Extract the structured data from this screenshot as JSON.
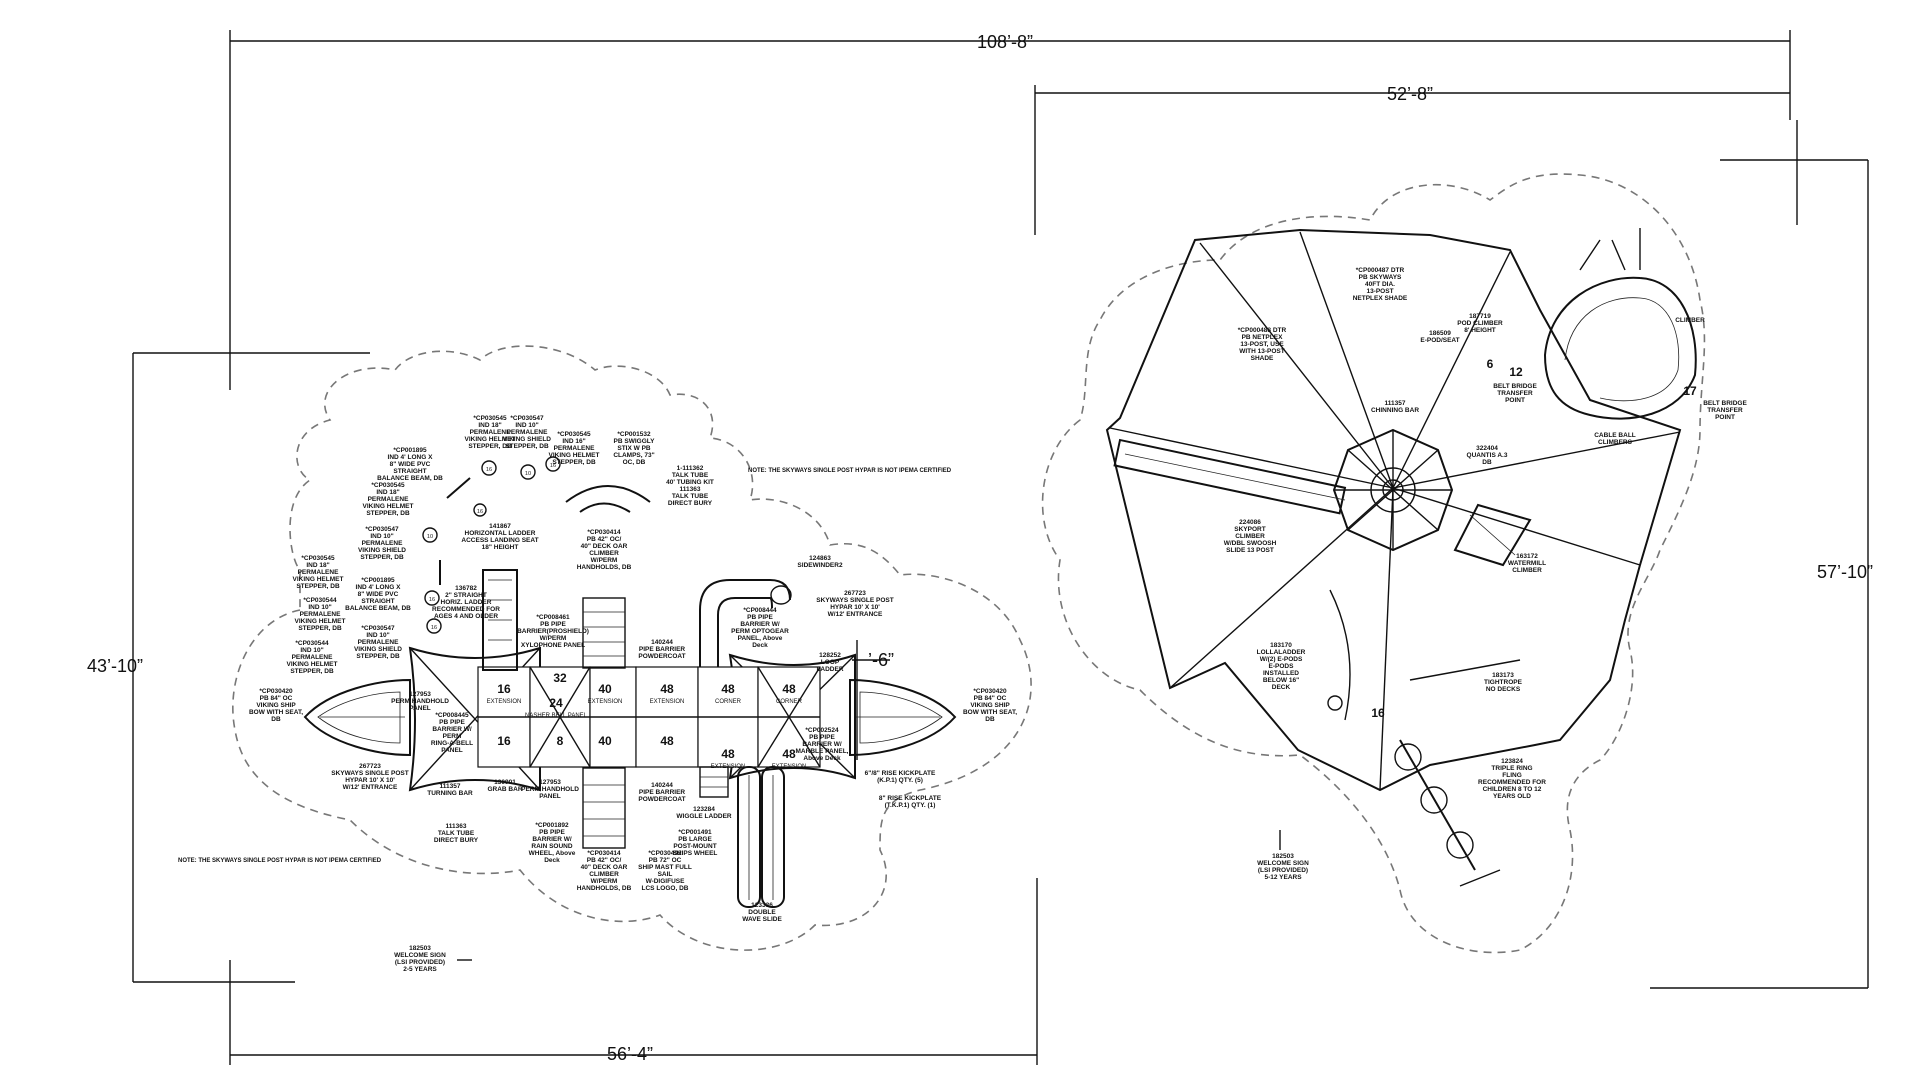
{
  "dimensions": {
    "overall_width": "108’-8”",
    "right_width": "52’-8”",
    "right_height": "57’-10”",
    "left_height": "43’-10”",
    "left_width": "56’-4”",
    "partial": "’-6”"
  },
  "notes": {
    "ipema_top": "NOTE: THE SKYWAYS SINGLE POST HYPAR IS NOT IPEMA CERTIFIED",
    "ipema_bottom": "NOTE: THE SKYWAYS SINGLE POST HYPAR IS NOT IPEMA CERTIFIED"
  },
  "left_labels": {
    "talk_tube_kit": [
      "1-111362",
      "TALK TUBE",
      "40' TUBING KIT",
      "111363",
      "TALK TUBE",
      "DIRECT BURY"
    ],
    "ladder_141867": [
      "141867",
      "HORIZONTAL LADDER",
      "ACCESS LANDING SEAT",
      "18\" HEIGHT"
    ],
    "ladder_136782": [
      "136782",
      "2\" STRAIGHT",
      "HORIZ. LADDER",
      "RECOMMENDED FOR",
      "AGES 4 AND OLDER"
    ],
    "climber_cp030414_top": [
      "*CP030414",
      "PB 42\" OC/",
      "40\" DECK OAR",
      "CLIMBER",
      "W/PERM",
      "HANDHOLDS, DB"
    ],
    "sidewinder": [
      "124863",
      "SIDEWINDER2"
    ],
    "hypar_right": [
      "267723",
      "SKYWAYS SINGLE POST",
      "HYPAR 10' X 10'",
      "W/12' ENTRANCE"
    ],
    "stepper_cp030545_a": [
      "*CP030545",
      "IND 18\"",
      "PERMALENE",
      "VIKING HELMET",
      "STEPPER, DB"
    ],
    "stepper_cp030547_a": [
      "*CP030547",
      "IND 10\"",
      "PERMALENE",
      "VIKING SHIELD",
      "STEPPER, DB"
    ],
    "stepper_cp030545_b": [
      "*CP030545",
      "IND 16\"",
      "PERMALENE",
      "VIKING HELMET",
      "STEPPER, DB"
    ],
    "stix_cp001532": [
      "*CP001532",
      "PB SWIGGLY",
      "STIX W PB",
      "CLAMPS, 73\"",
      "OC, DB"
    ],
    "beam_cp001895": [
      "*CP001895",
      "IND 4' LONG X",
      "8\" WIDE PVC",
      "STRAIGHT",
      "BALANCE BEAM, DB"
    ],
    "cp030545_c": [
      "*CP030545",
      "IND 18\"",
      "PERMALENE",
      "VIKING HELMET",
      "STEPPER, DB"
    ],
    "cp030547_b": [
      "*CP030547",
      "IND 10\"",
      "PERMALENE",
      "VIKING SHIELD",
      "STEPPER, DB"
    ],
    "cp030545_d": [
      "*CP030545",
      "IND 18\"",
      "PERMALENE",
      "VIKING HELMET",
      "STEPPER, DB"
    ],
    "cp030544": [
      "*CP030544",
      "IND 10\"",
      "PERMALENE",
      "VIKING HELMET",
      "STEPPER, DB"
    ],
    "cp001895_b": [
      "*CP001895",
      "IND 4' LONG X",
      "8\" WIDE PVC",
      "STRAIGHT",
      "BALANCE BEAM, DB"
    ],
    "cp030547_c": [
      "*CP030547",
      "IND 10\"",
      "PERMALENE",
      "VIKING SHIELD",
      "STEPPER, DB"
    ],
    "cp030544_b": [
      "*CP030544",
      "IND 10\"",
      "PERMALENE",
      "VIKING HELMET",
      "STEPPER, DB"
    ],
    "ship_bow_left": [
      "*CP030420",
      "PB 84\" OC",
      "VIKING SHIP",
      "BOW WITH SEAT,",
      "DB"
    ],
    "ship_bow_right": [
      "*CP030420",
      "PB 84\" OC",
      "VIKING SHIP",
      "BOW WITH SEAT,",
      "DB"
    ],
    "handhold_panel": [
      "127953",
      "PERM HANDHOLD",
      "PANEL"
    ],
    "cp008445": [
      "*CP008445",
      "PB PIPE",
      "BARRIER W/",
      "PERM",
      "RING-A-BELL",
      "PANEL"
    ],
    "cp008461": [
      "*CP008461",
      "PB PIPE",
      "BARRIER(PROSHIELD)",
      "W/PERM",
      "XYLOPHONE PANEL"
    ],
    "pipe_barrier_a": [
      "140244",
      "PIPE BARRIER",
      "POWDERCOAT"
    ],
    "pipe_barrier_b": [
      "140244",
      "PIPE BARRIER",
      "POWDERCOAT"
    ],
    "cp008444": [
      "*CP008444",
      "PB PIPE",
      "BARRIER W/",
      "PERM OPTOGEAR",
      "PANEL, Above",
      "Deck"
    ],
    "loop_ladder": [
      "128252",
      "LOOP",
      "LADDER"
    ],
    "cp002524": [
      "*CP002524",
      "PB PIPE",
      "BARRIER W/",
      "MARBLE PANEL,",
      "Above Deck"
    ],
    "kickplate_a": [
      "6\"/8\" RISE KICKPLATE",
      "(K.P.1) QTY. (5)"
    ],
    "kickplate_b": [
      "8\" RISE KICKPLATE",
      "(T.K.P.1) QTY. (1)"
    ],
    "hypar_left": [
      "267723",
      "SKYWAYS SINGLE POST",
      "HYPAR 10' X 10'",
      "W/12' ENTRANCE"
    ],
    "turning_bar": [
      "111357",
      "TURNING BAR"
    ],
    "grab_bar": [
      "130901",
      "GRAB BAR"
    ],
    "perm_handhold_b": [
      "127953",
      "PERM HANDHOLD",
      "PANEL"
    ],
    "wiggle_ladder": [
      "123284",
      "WIGGLE LADDER"
    ],
    "talk_tube_bottom": [
      "111363",
      "TALK TUBE",
      "DIRECT BURY"
    ],
    "cp001892": [
      "*CP001892",
      "PB PIPE",
      "BARRIER W/",
      "RAIN SOUND",
      "WHEEL, Above",
      "Deck"
    ],
    "climber_cp030414_bottom": [
      "*CP030414",
      "PB 42\" OC/",
      "40\" DECK OAR",
      "CLIMBER",
      "W/PERM",
      "HANDHOLDS, DB"
    ],
    "cp001491": [
      "*CP001491",
      "PB LARGE",
      "POST-MOUNT",
      "SHIPS WHEEL"
    ],
    "cp030492": [
      "*CP030492",
      "PB 72\" OC",
      "SHIP MAST FULL",
      "SAIL",
      "W-DIGIFUSE",
      "LCS LOGO, DB"
    ],
    "double_slide": [
      "123336",
      "DOUBLE",
      "WAVE SLIDE"
    ],
    "welcome_sign_left": [
      "182503",
      "WELCOME SIGN",
      "(LSI PROVIDED)",
      "2-5 YEARS"
    ]
  },
  "decks": [
    {
      "height": "16",
      "name": "EXTENSION"
    },
    {
      "height": "32",
      "name": ""
    },
    {
      "height": "24",
      "name": "NASHER BELL PANEL"
    },
    {
      "height": "40",
      "name": "EXTENSION"
    },
    {
      "height": "48",
      "name": "EXTENSION"
    },
    {
      "height": "48",
      "name": "CORNER"
    },
    {
      "height": "48",
      "name": "CORNER"
    },
    {
      "height": "16",
      "name": ""
    },
    {
      "height": "8",
      "name": ""
    },
    {
      "height": "40",
      "name": ""
    },
    {
      "height": "48",
      "name": ""
    },
    {
      "height": "48",
      "name": "EXTENSION"
    },
    {
      "height": "48",
      "name": "EXTENSION"
    }
  ],
  "small_numbers": [
    "16",
    "10",
    "16",
    "10",
    "16",
    "16",
    "16"
  ],
  "right_labels": {
    "netplex": [
      "*CP000488 DTR",
      "PB NETPLEX",
      "13-POST, USE",
      "WITH 13-POST",
      "SHADE"
    ],
    "shade": [
      "*CP000487 DTR",
      "PB SKYWAYS",
      "40FT DIA.",
      "13-POST",
      "NETPLEX SHADE"
    ],
    "epod": [
      "186509",
      "E-POD/SEAT"
    ],
    "pod_climber": [
      "187719",
      "POD CLIMBER",
      "8' HEIGHT"
    ],
    "belt_bridge_left": [
      "BELT BRIDGE",
      "TRANSFER",
      "POINT"
    ],
    "climber": [
      "CLIMBER"
    ],
    "belt_bridge_right": [
      "BELT BRIDGE",
      "TRANSFER",
      "POINT"
    ],
    "cable_ball": [
      "CABLE BALL",
      "CLIMBERS"
    ],
    "chinning_bar": [
      "111357",
      "CHINNING BAR"
    ],
    "quantis": [
      "322404",
      "QUANTIS A.3",
      "DB"
    ],
    "skyport": [
      "224086",
      "SKYPORT",
      "CLIMBER",
      "W/DBL SWOOSH",
      "SLIDE 13 POST"
    ],
    "watermill": [
      "163172",
      "WATERMILL",
      "CLIMBER"
    ],
    "lollaladder": [
      "183170",
      "LOLLALADDER",
      "W/(2) E-PODS",
      "E-PODS",
      "INSTALLED",
      "BELOW 16\"",
      "DECK"
    ],
    "tightrope": [
      "183173",
      "TIGHTROPE",
      "NO DECKS"
    ],
    "triple_ring": [
      "123824",
      "TRIPLE RING",
      "FLING",
      "RECOMMENDED FOR",
      "CHILDREN 8 TO 12",
      "YEARS OLD"
    ],
    "welcome_sign_right": [
      "182503",
      "WELCOME SIGN",
      "(LSI PROVIDED)",
      "5-12 YEARS"
    ],
    "num_6": "6",
    "num_12": "12",
    "num_17": "17",
    "num_16": "16"
  }
}
